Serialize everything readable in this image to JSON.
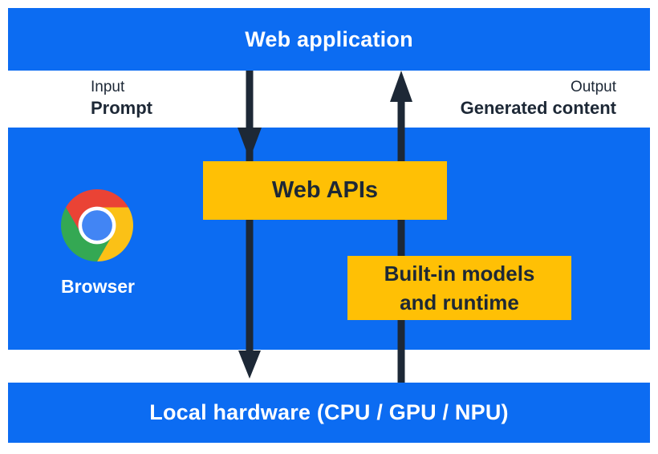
{
  "diagram": {
    "top_band": {
      "label": "Web application"
    },
    "io_labels": {
      "input_caption": "Input",
      "input_label": "Prompt",
      "output_caption": "Output",
      "output_label": "Generated content"
    },
    "browser_band": {
      "browser_label": "Browser",
      "web_apis_label": "Web APIs",
      "builtin_models_line1": "Built-in models",
      "builtin_models_line2": "and runtime"
    },
    "bottom_band": {
      "label": "Local hardware (CPU / GPU / NPU)"
    },
    "icons": {
      "browser_logo": "chrome-logo",
      "input_arrow": "arrow-down",
      "output_arrow": "arrow-up"
    },
    "colors": {
      "band_blue": "#0C6CF2",
      "box_yellow": "#FFC005",
      "arrow_navy": "#1D2836",
      "band_text_white": "#FFFFFF",
      "chrome_red": "#EA4335",
      "chrome_yellow": "#FBC116",
      "chrome_green": "#34A853",
      "chrome_blue": "#4285F4"
    }
  }
}
